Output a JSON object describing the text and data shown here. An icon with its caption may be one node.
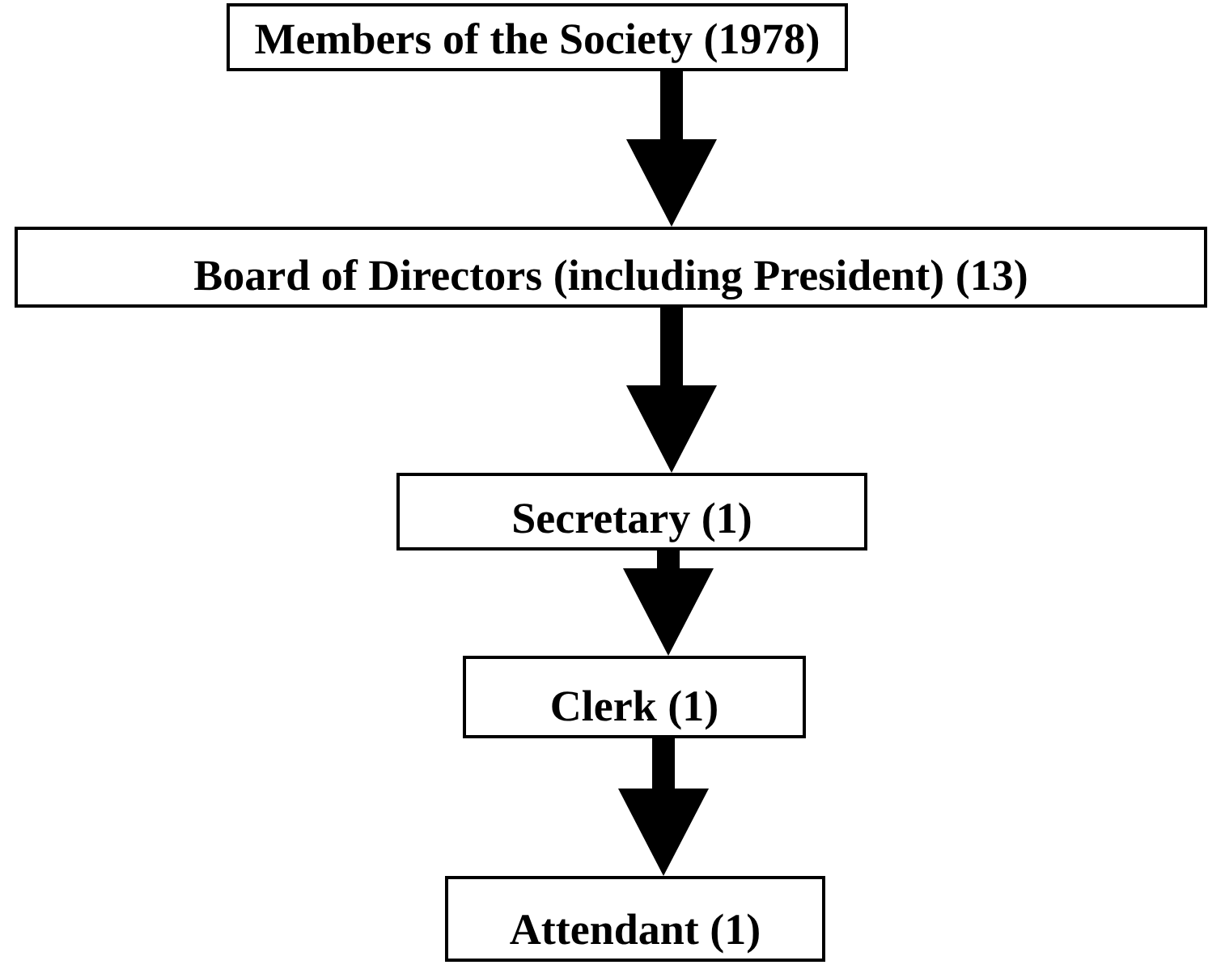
{
  "diagram": {
    "nodes": [
      {
        "text": [
          "Members of the Society (1978)"
        ]
      },
      {
        "text": [
          "Board of Directors (including President) (13)"
        ]
      },
      {
        "text": [
          "Secretary (1)"
        ]
      },
      {
        "text": [
          "Clerk (1)"
        ]
      },
      {
        "text": [
          "Attendant (1)"
        ]
      }
    ],
    "edges": [
      {
        "from": 0,
        "to": 1,
        "arrow": "to"
      },
      {
        "from": 1,
        "to": 2,
        "arrow": "to"
      },
      {
        "from": 2,
        "to": 3,
        "arrow": "to"
      },
      {
        "from": 3,
        "to": 4,
        "arrow": "to"
      }
    ]
  }
}
